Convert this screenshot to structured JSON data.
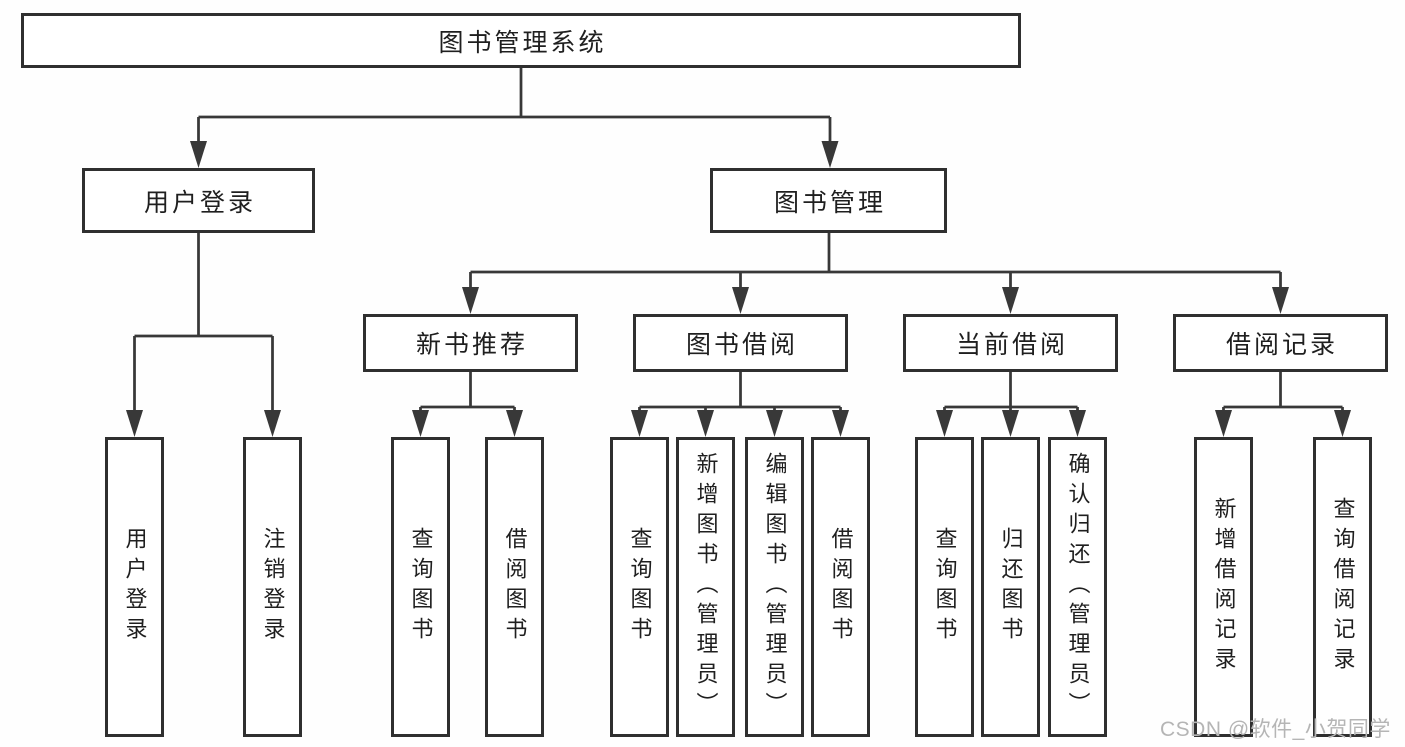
{
  "diagram": {
    "title": "图书管理系统",
    "root": {
      "label": "图书管理系统"
    },
    "level2": [
      {
        "id": "user-login",
        "label": "用户登录"
      },
      {
        "id": "book-management",
        "label": "图书管理"
      }
    ],
    "level3": [
      {
        "id": "new-book-recommend",
        "label": "新书推荐"
      },
      {
        "id": "book-borrow",
        "label": "图书借阅"
      },
      {
        "id": "current-borrow",
        "label": "当前借阅"
      },
      {
        "id": "borrow-records",
        "label": "借阅记录"
      }
    ],
    "leaves": [
      {
        "id": "user-login-leaf",
        "parent": "user-login",
        "label": "用户登录"
      },
      {
        "id": "logout",
        "parent": "user-login",
        "label": "注销登录"
      },
      {
        "id": "query-books-1",
        "parent": "new-book-recommend",
        "label": "查询图书"
      },
      {
        "id": "borrow-books-1",
        "parent": "new-book-recommend",
        "label": "借阅图书"
      },
      {
        "id": "query-books-2",
        "parent": "book-borrow",
        "label": "查询图书"
      },
      {
        "id": "add-books-admin",
        "parent": "book-borrow",
        "label": "新增图书（管理员）"
      },
      {
        "id": "edit-books-admin",
        "parent": "book-borrow",
        "label": "编辑图书（管理员）"
      },
      {
        "id": "borrow-books-2",
        "parent": "book-borrow",
        "label": "借阅图书"
      },
      {
        "id": "query-books-3",
        "parent": "current-borrow",
        "label": "查询图书"
      },
      {
        "id": "return-books",
        "parent": "current-borrow",
        "label": "归还图书"
      },
      {
        "id": "confirm-return-admin",
        "parent": "current-borrow",
        "label": "确认归还（管理员）"
      },
      {
        "id": "add-borrow-record",
        "parent": "borrow-records",
        "label": "新增借阅记录"
      },
      {
        "id": "query-borrow-record",
        "parent": "borrow-records",
        "label": "查询借阅记录"
      }
    ],
    "watermark": "CSDN @软件_小贺同学",
    "colors": {
      "line": "#383838",
      "border": "#2f2f2f",
      "text": "#1f1f1f",
      "watermark": "#b5b5b5",
      "background": "#ffffff"
    }
  }
}
